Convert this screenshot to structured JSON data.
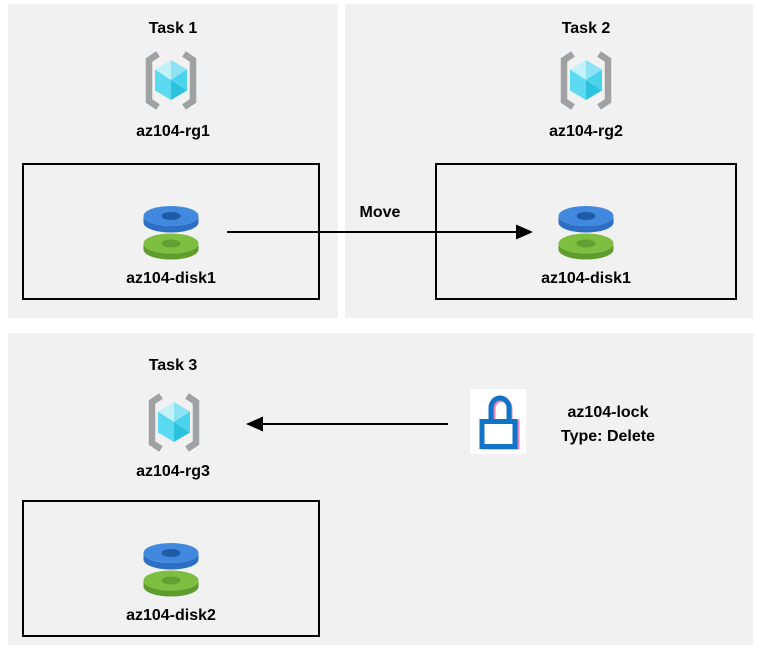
{
  "page": {
    "background": "#ffffff",
    "panel_background": "#f1f1f2",
    "text_color": "#000000"
  },
  "tasks": [
    {
      "title": "Task 1",
      "resource_group": "az104-rg1",
      "disk": "az104-disk1"
    },
    {
      "title": "Task 2",
      "resource_group": "az104-rg2",
      "disk": "az104-disk1"
    },
    {
      "title": "Task 3",
      "resource_group": "az104-rg3",
      "disk": "az104-disk2"
    }
  ],
  "move_arrow": {
    "label": "Move"
  },
  "lock": {
    "name": "az104-lock",
    "type": "Type: Delete"
  },
  "icons": {
    "resource_group_icon": {
      "bracket_color": "#a0a1a3",
      "cube_top_left": "#c2f1fa",
      "cube_top_right": "#8be3f4",
      "cube_left": "#5cdaf1",
      "cube_bottom": "#2cc2de",
      "cube_right": "#4ad3ec"
    },
    "disk_icon": {
      "blue_top": "#4189df",
      "blue_side": "#2d6fc4",
      "blue_hole": "#1e5ca8",
      "green_top": "#7ebf41",
      "green_side": "#5e9c2c",
      "green_hole": "#639f33"
    },
    "lock_icon": {
      "stroke": "#1173c5",
      "shadow": "#e97fb8"
    },
    "arrow_color": "#000000"
  }
}
